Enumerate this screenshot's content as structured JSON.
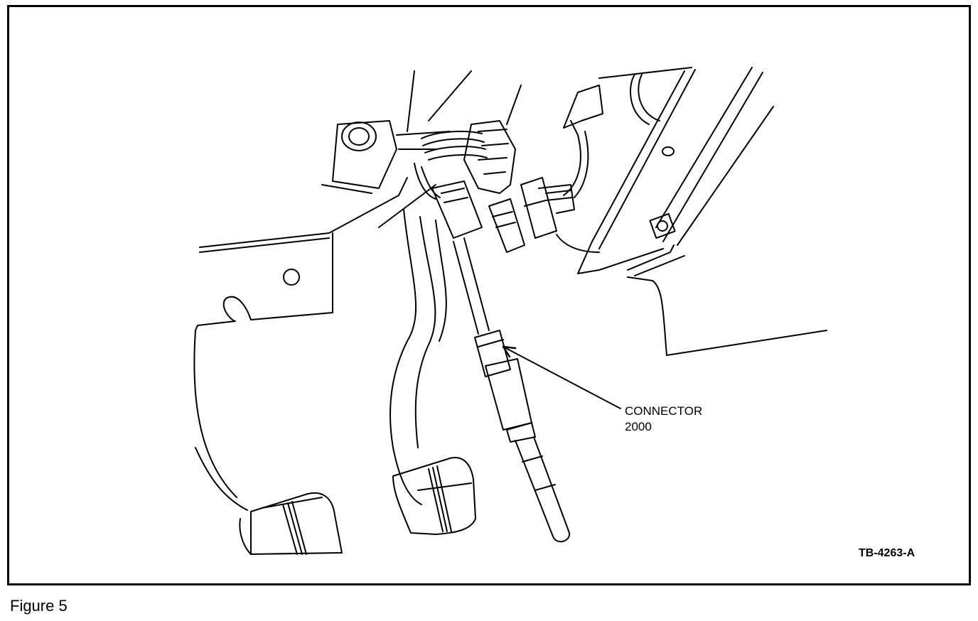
{
  "figure": {
    "callout": {
      "line1": "CONNECTOR",
      "line2": "2000"
    },
    "drawing_code": "TB-4263-A",
    "caption": "Figure 5"
  },
  "colors": {
    "ink": "#000000",
    "paper": "#ffffff"
  }
}
